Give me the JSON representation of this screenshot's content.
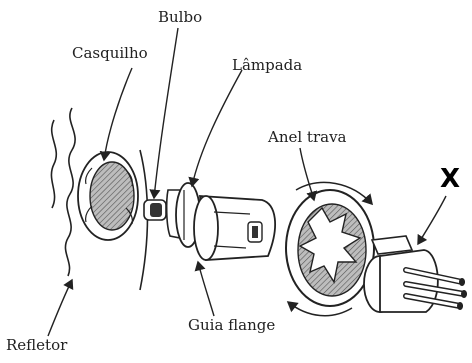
{
  "labels": {
    "bulbo": "Bulbo",
    "casquilho": "Casquilho",
    "lampada": "Lâmpada",
    "anel_trava": "Anel trava",
    "x": "X",
    "guia_flange": "Guia flange",
    "refletor": "Refletor"
  },
  "colors": {
    "ink": "#222222",
    "shade_dark": "#6e6e6e",
    "shade_mid": "#9a9a9a",
    "shade_light": "#c8c8c8",
    "paper": "#ffffff"
  }
}
